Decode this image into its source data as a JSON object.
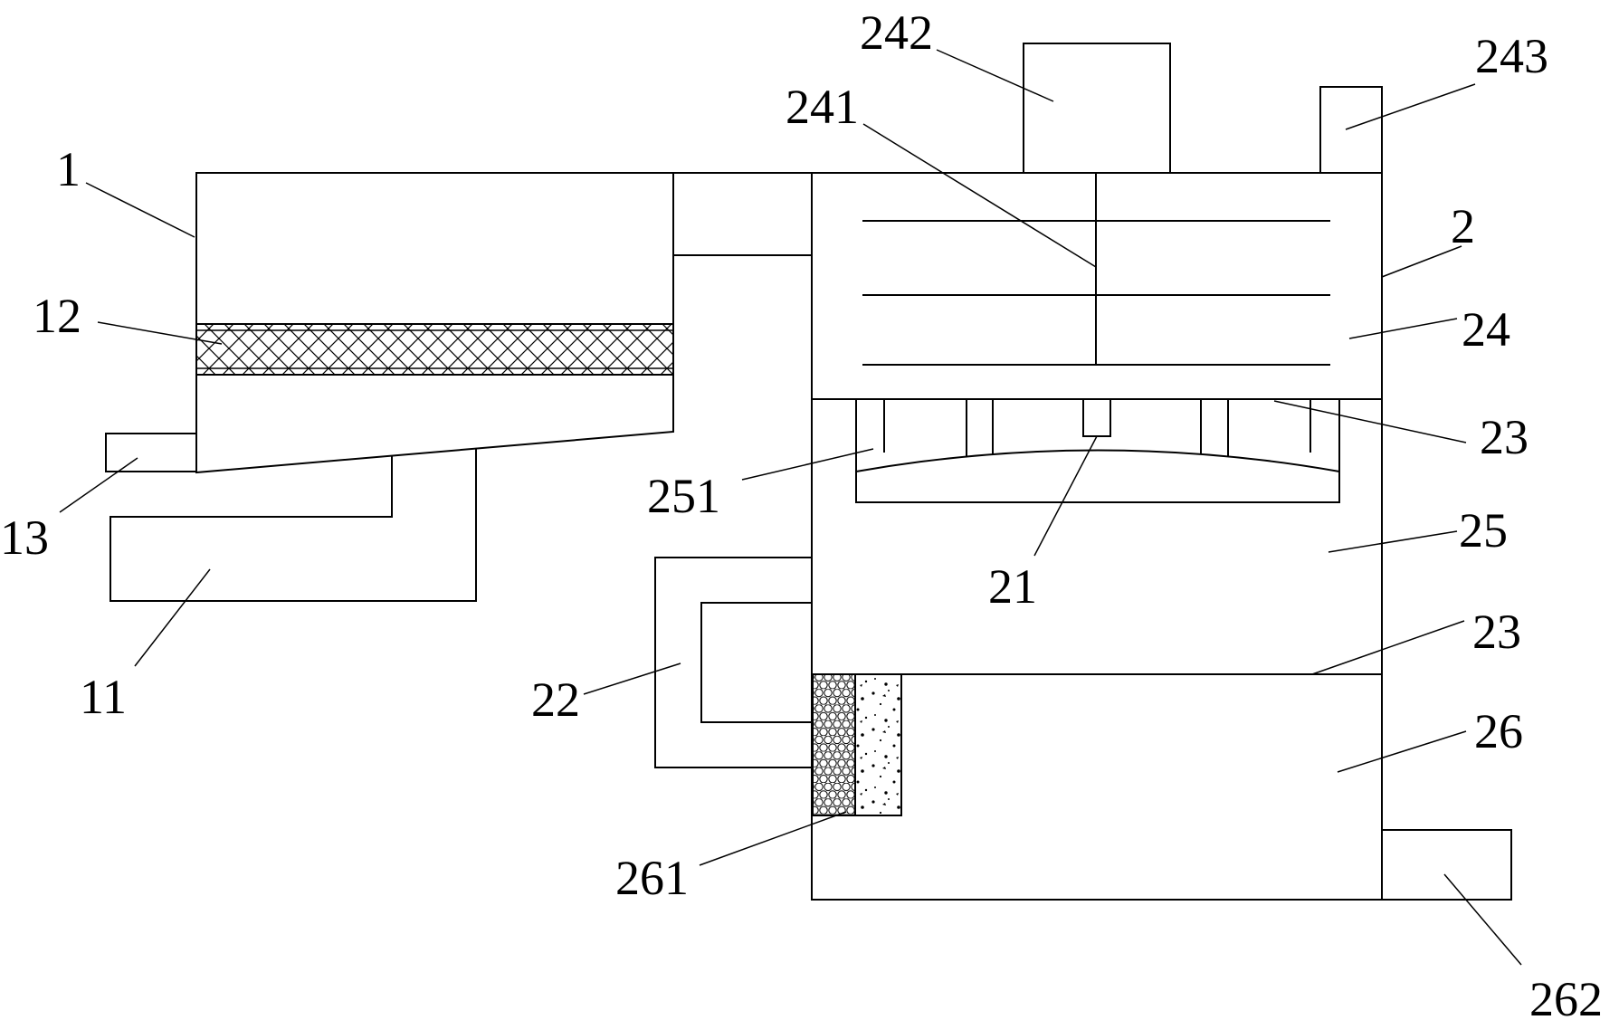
{
  "labels": {
    "l1": "1",
    "l2": "2",
    "l11": "11",
    "l12": "12",
    "l13": "13",
    "l21": "21",
    "l22": "22",
    "l23a": "23",
    "l23b": "23",
    "l24": "24",
    "l25": "25",
    "l26": "26",
    "l241": "241",
    "l242": "242",
    "l243": "243",
    "l251": "251",
    "l261": "261",
    "l262": "262"
  }
}
